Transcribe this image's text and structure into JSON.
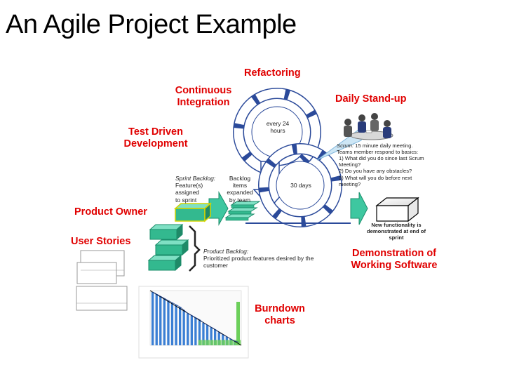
{
  "title": "An Agile Project Example",
  "labels": {
    "refactoring": "Refactoring",
    "continuous_integration": "Continuous Integration",
    "daily_standup": "Daily Stand-up",
    "test_driven": "Test Driven Development",
    "product_owner": "Product Owner",
    "user_stories": "User Stories",
    "demonstration": "Demonstration of Working Software",
    "burndown": "Burndown charts"
  },
  "cycle": {
    "inner": "every 24 hours",
    "outer": "30 days"
  },
  "sprint_backlog": {
    "title": "Sprint Backlog:",
    "text": "Feature(s) assigned to sprint",
    "expanded": "Backlog items expanded by team"
  },
  "product_backlog": {
    "title": "Product Backlog:",
    "text": "Prioritized product features desired by the customer"
  },
  "scrum": {
    "title": "Scrum:",
    "line1": " 15 minute daily meeting.",
    "line2": "Teams member respond to basics:",
    "line3": "1) What did you do since last Scrum Meeting?",
    "line4": "2) Do you have any obstacles?",
    "line5": "3) What will you do before next meeting?"
  },
  "new_functionality": "New functionality is demonstrated at end of sprint",
  "colors": {
    "accent_red": "#e00000",
    "green": "#3ec7a0",
    "blue": "#3b7fd4"
  },
  "chart_data": {
    "type": "bar",
    "series": [
      {
        "values": [
          50,
          48,
          46,
          44,
          42,
          40,
          38,
          36,
          33,
          30,
          28,
          26,
          24,
          21,
          19,
          17,
          15,
          12,
          10,
          8,
          6,
          4,
          3
        ]
      },
      {
        "values": [
          0,
          0,
          0,
          0,
          0,
          0,
          0,
          0,
          0,
          0,
          0,
          0,
          2,
          2,
          2,
          2,
          2,
          2,
          2,
          2,
          2,
          2,
          2
        ]
      }
    ]
  }
}
